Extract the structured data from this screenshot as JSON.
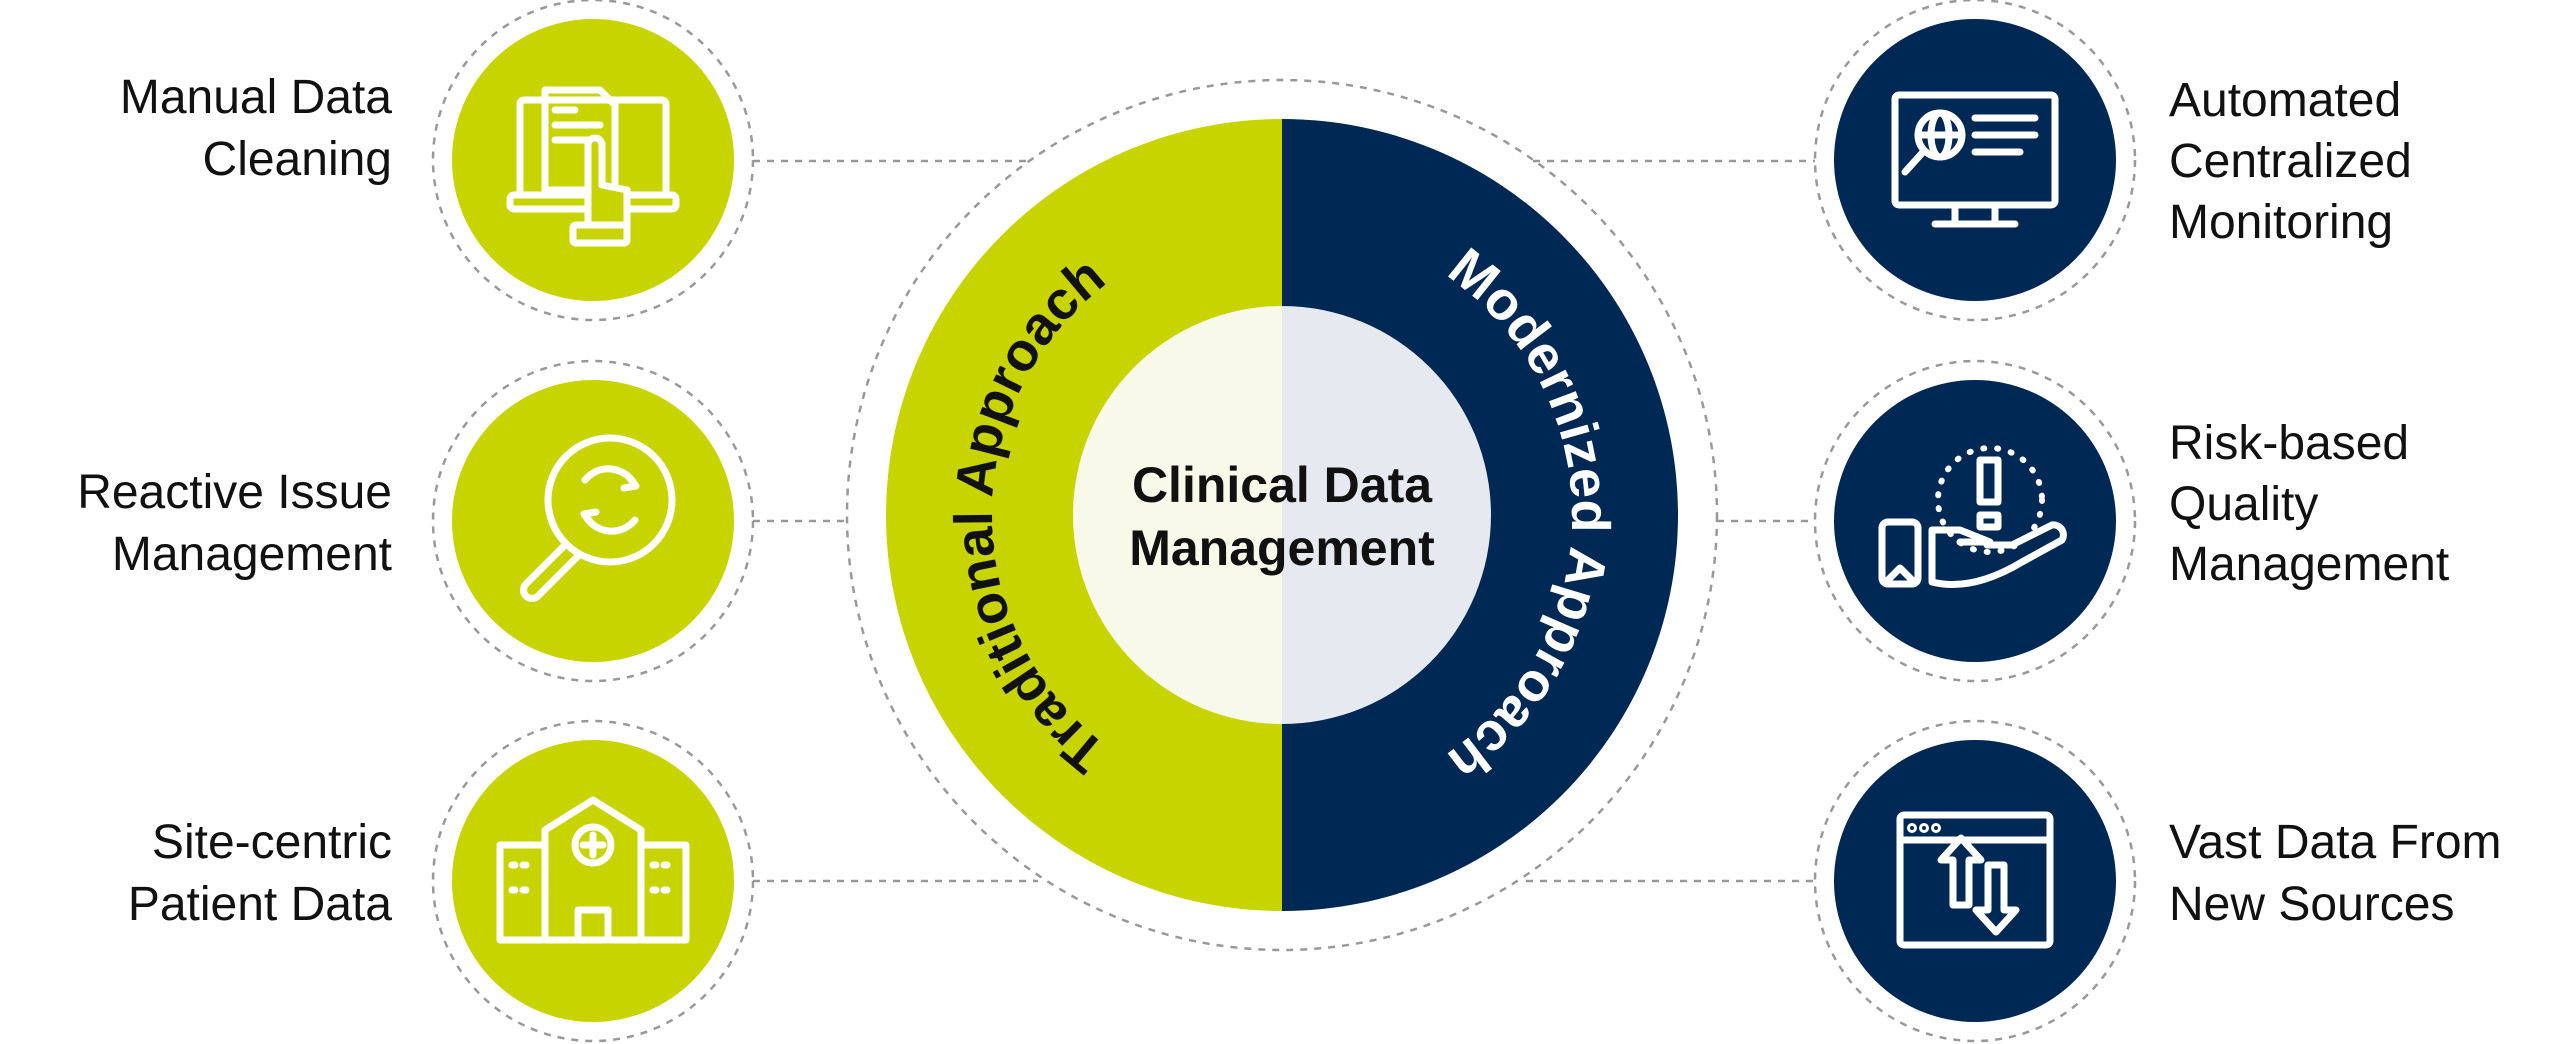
{
  "center": {
    "line1": "Clinical Data",
    "line2": "Management"
  },
  "traditional": {
    "title": "Traditional Approach",
    "items": [
      {
        "line1": "Manual Data",
        "line2": "Cleaning",
        "icon": "laptop-document-hand-icon"
      },
      {
        "line1": "Reactive Issue",
        "line2": "Management",
        "icon": "magnifier-refresh-icon"
      },
      {
        "line1": "Site-centric",
        "line2": "Patient Data",
        "icon": "hospital-icon"
      }
    ]
  },
  "modernized": {
    "title": "Modernized Approach",
    "items": [
      {
        "line1": "Automated",
        "line2": "Centralized",
        "line3": "Monitoring",
        "icon": "monitor-globe-search-icon"
      },
      {
        "line1": "Risk-based",
        "line2": "Quality",
        "line3": "Management",
        "icon": "hand-alert-icon"
      },
      {
        "line1": "Vast Data From",
        "line2": "New Sources",
        "icon": "browser-arrows-icon"
      }
    ]
  },
  "colors": {
    "lime": "#c8d400",
    "navy": "#002855",
    "inner_left": "#f8f9e8",
    "inner_right": "#e6e9ef"
  }
}
